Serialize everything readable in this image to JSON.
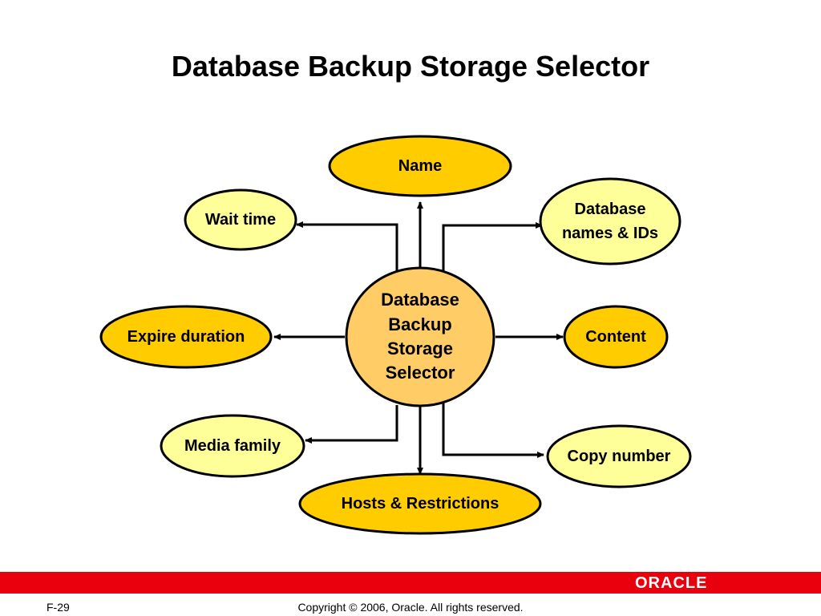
{
  "slide": {
    "title": "Database Backup Storage Selector",
    "footer_left": "F-29",
    "footer_center": "Copyright © 2006, Oracle. All rights reserved.",
    "logo_text": "ORACLE"
  },
  "diagram": {
    "center": {
      "label": "Database Backup Storage Selector",
      "lines": [
        "Database",
        "Backup",
        "Storage",
        "Selector"
      ]
    },
    "nodes": [
      {
        "id": "name",
        "label": "Name",
        "color": "#ffcc00"
      },
      {
        "id": "database-names-ids",
        "label": "Database names & IDs",
        "lines": [
          "Database",
          "names & IDs"
        ],
        "color": "#ffff99"
      },
      {
        "id": "content",
        "label": "Content",
        "color": "#ffcc00"
      },
      {
        "id": "copy-number",
        "label": "Copy number",
        "color": "#ffff99"
      },
      {
        "id": "hosts-restrictions",
        "label": "Hosts & Restrictions",
        "color": "#ffcc00"
      },
      {
        "id": "media-family",
        "label": "Media family",
        "color": "#ffff99"
      },
      {
        "id": "expire-duration",
        "label": "Expire duration",
        "color": "#ffcc00"
      },
      {
        "id": "wait-time",
        "label": "Wait time",
        "color": "#ffff99"
      }
    ],
    "center_color": "#ffcc66",
    "accent_color": "#e8000d"
  }
}
